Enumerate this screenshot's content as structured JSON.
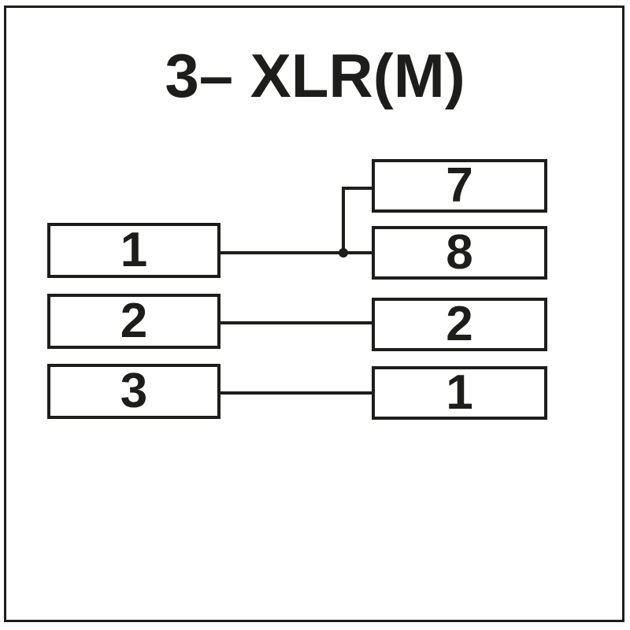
{
  "title": "3– XLR(M)",
  "left_connector": {
    "pins": [
      {
        "label": "1"
      },
      {
        "label": "2"
      },
      {
        "label": "3"
      }
    ]
  },
  "right_connector": {
    "pins": [
      {
        "label": "7"
      },
      {
        "label": "8"
      },
      {
        "label": "2"
      },
      {
        "label": "1"
      }
    ]
  },
  "connections": [
    {
      "from": "1",
      "to": "7"
    },
    {
      "from": "1",
      "to": "8"
    },
    {
      "from": "2",
      "to": "2"
    },
    {
      "from": "3",
      "to": "1"
    }
  ],
  "colors": {
    "ink": "#1d1d1b",
    "background": "#ffffff"
  }
}
